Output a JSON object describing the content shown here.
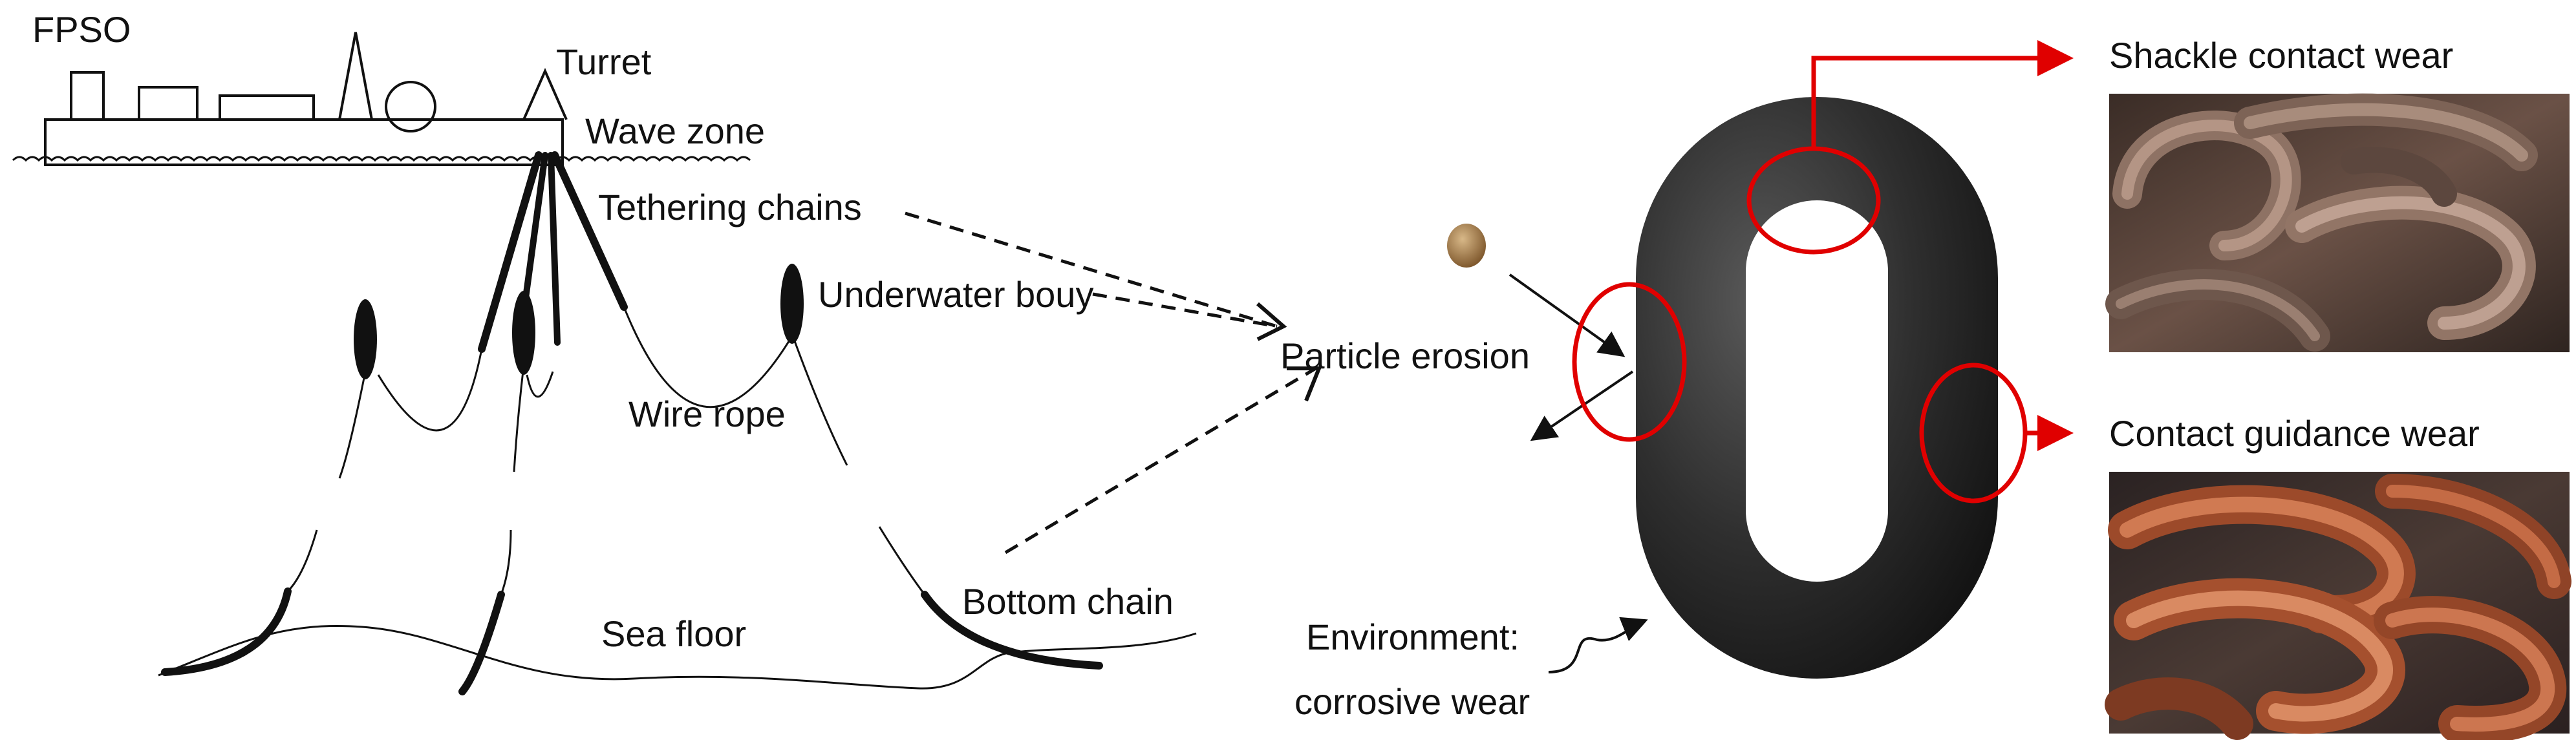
{
  "labels": {
    "fpso": "FPSO",
    "turret": "Turret",
    "wave_zone": "Wave zone",
    "tethering_chains": "Tethering chains",
    "underwater_buoy": "Underwater bouy",
    "wire_rope": "Wire rope",
    "sea_floor": "Sea floor",
    "bottom_chain": "Bottom chain",
    "particle_erosion": "Particle erosion",
    "environment_line1": "Environment:",
    "environment_line2": "corrosive wear",
    "shackle_contact_wear": "Shackle contact wear",
    "contact_guidance_wear": "Contact guidance wear"
  },
  "colors": {
    "ink": "#111111",
    "highlight": "#e00000",
    "chain_body": "#2f2f2f",
    "particle": "#a9804e",
    "rust_photo_light": "#b58a6b",
    "rust_photo_dark": "#5a4236",
    "rust_photo_orange": "#c8623a"
  },
  "photos": {
    "shackle_wear": "rusted-chain-links-photo",
    "guidance_wear": "corroded-orange-chain-links-photo"
  }
}
